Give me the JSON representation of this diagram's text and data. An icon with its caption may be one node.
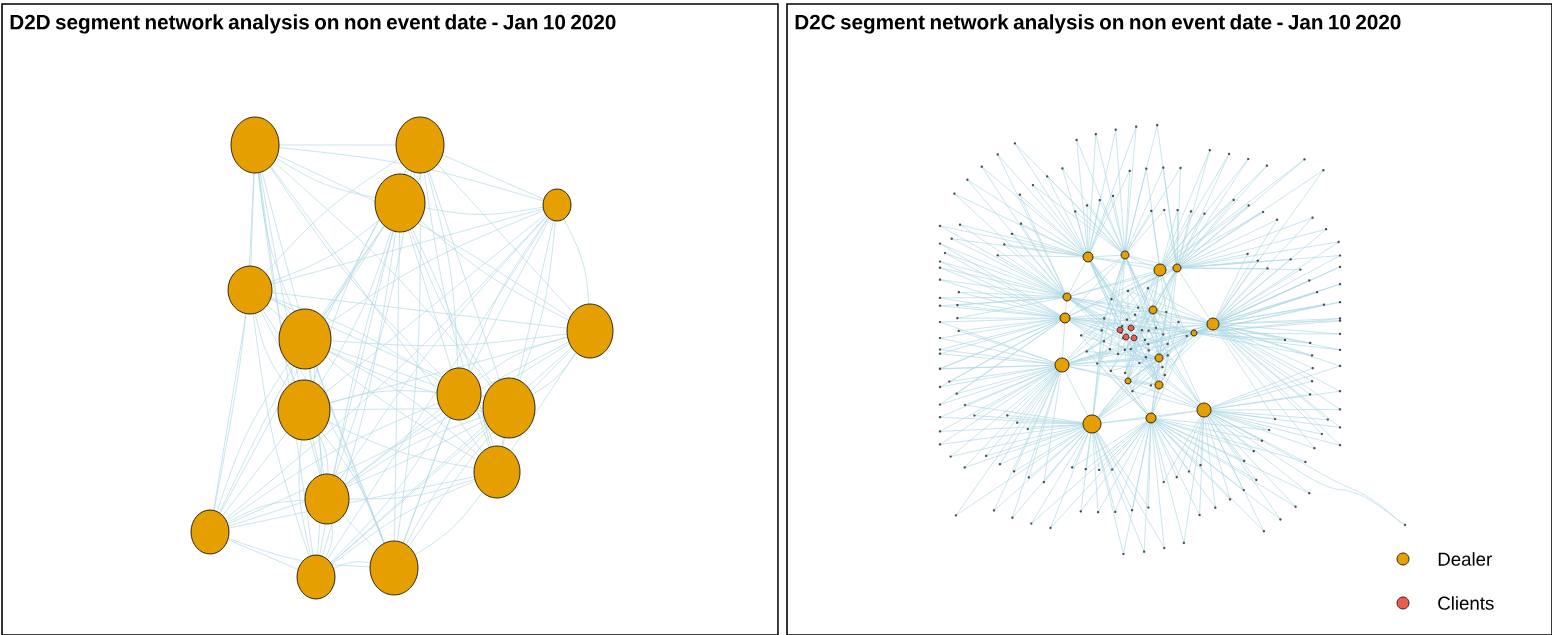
{
  "diagram": {
    "nodes": [
      {
        "text": [
          "D2D segment network analysis on non event date - Jan 10 2020"
        ]
      },
      {
        "text": [
          "D2C segment network analysis on non event date - Jan 10 2020"
        ]
      }
    ],
    "legend": [
      {
        "text": "Dealer",
        "color": "#e69f00"
      },
      {
        "text": "Clients",
        "color": "#e8604c"
      }
    ]
  }
}
